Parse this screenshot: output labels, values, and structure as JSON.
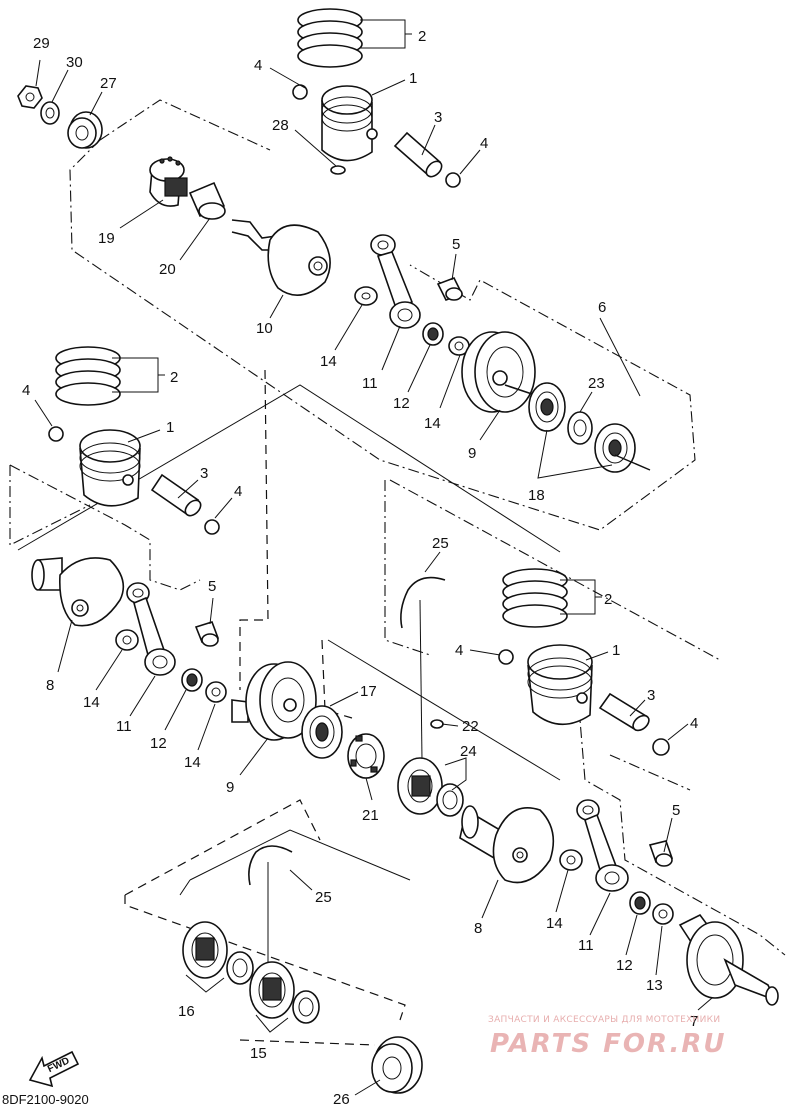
{
  "diagram": {
    "drawing_code": "8DF2100-9020",
    "direction_label": "FWD",
    "watermark": {
      "tagline": "ЗАПЧАСТИ И АКСЕССУАРЫ ДЛЯ МОТОТЕХНИКИ",
      "brand": "PARTS FOR.RU"
    },
    "callouts": [
      "1",
      "2",
      "3",
      "4",
      "5",
      "6",
      "7",
      "8",
      "9",
      "10",
      "11",
      "12",
      "13",
      "14",
      "15",
      "16",
      "17",
      "18",
      "19",
      "20",
      "21",
      "22",
      "23",
      "24",
      "25",
      "26",
      "27",
      "28",
      "29",
      "30"
    ]
  }
}
